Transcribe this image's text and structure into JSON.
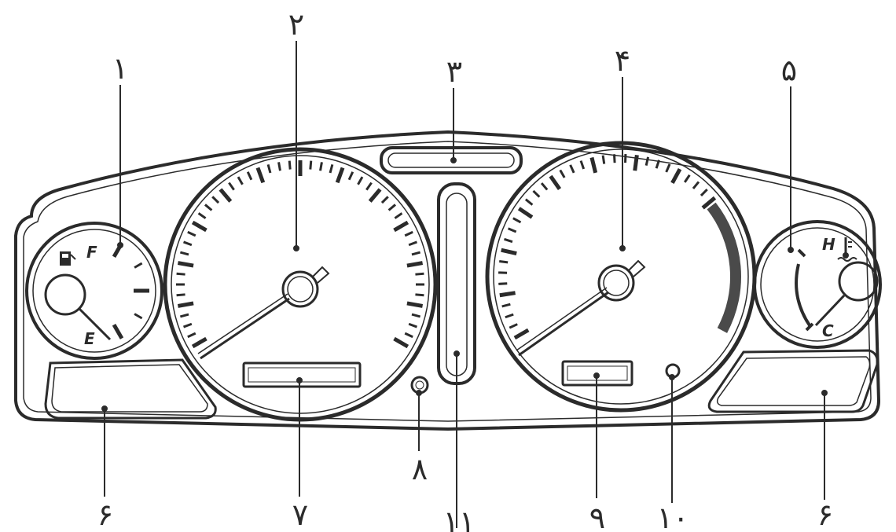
{
  "callouts": {
    "c1": "۱",
    "c2": "۲",
    "c3": "۳",
    "c4": "۴",
    "c5": "۵",
    "c6_left": "۶",
    "c6_right": "۶",
    "c7": "۷",
    "c8": "۸",
    "c9": "۹",
    "c10": "۱۰",
    "c11": "۱۱"
  },
  "fuel_gauge": {
    "full_label": "F",
    "empty_label": "E",
    "icon": "fuel-pump-icon"
  },
  "temp_gauge": {
    "hot_label": "H",
    "cold_label": "C",
    "icon": "coolant-thermometer-icon"
  },
  "colors": {
    "ink": "#2b2b2b",
    "paper": "#ffffff",
    "redzone": "#4a4a4a"
  }
}
